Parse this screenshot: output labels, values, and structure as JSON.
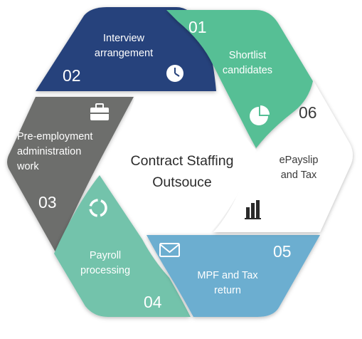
{
  "diagram": {
    "center_title_line1": "Contract Staffing",
    "center_title_line2": "Outsouce",
    "segments": [
      {
        "number": "01",
        "lines": [
          "Shortlist",
          "candidates"
        ],
        "color": "#56bf95",
        "icon": "pie-chart-icon"
      },
      {
        "number": "02",
        "lines": [
          "Interview",
          "arrangement"
        ],
        "color": "#26427b",
        "icon": "clock-icon"
      },
      {
        "number": "03",
        "lines": [
          "Pre-employment",
          "administration",
          "work"
        ],
        "color": "#6d6e6c",
        "icon": "briefcase-icon"
      },
      {
        "number": "04",
        "lines": [
          "Payroll",
          "processing"
        ],
        "color": "#73c3ab",
        "icon": "cycle-arrows-icon"
      },
      {
        "number": "05",
        "lines": [
          "MPF and Tax",
          "return"
        ],
        "color": "#6caed0",
        "icon": "envelope-icon"
      },
      {
        "number": "06",
        "lines": [
          "ePayslip",
          "and Tax"
        ],
        "color": "#ffffff",
        "icon": "bar-chart-icon"
      }
    ]
  }
}
